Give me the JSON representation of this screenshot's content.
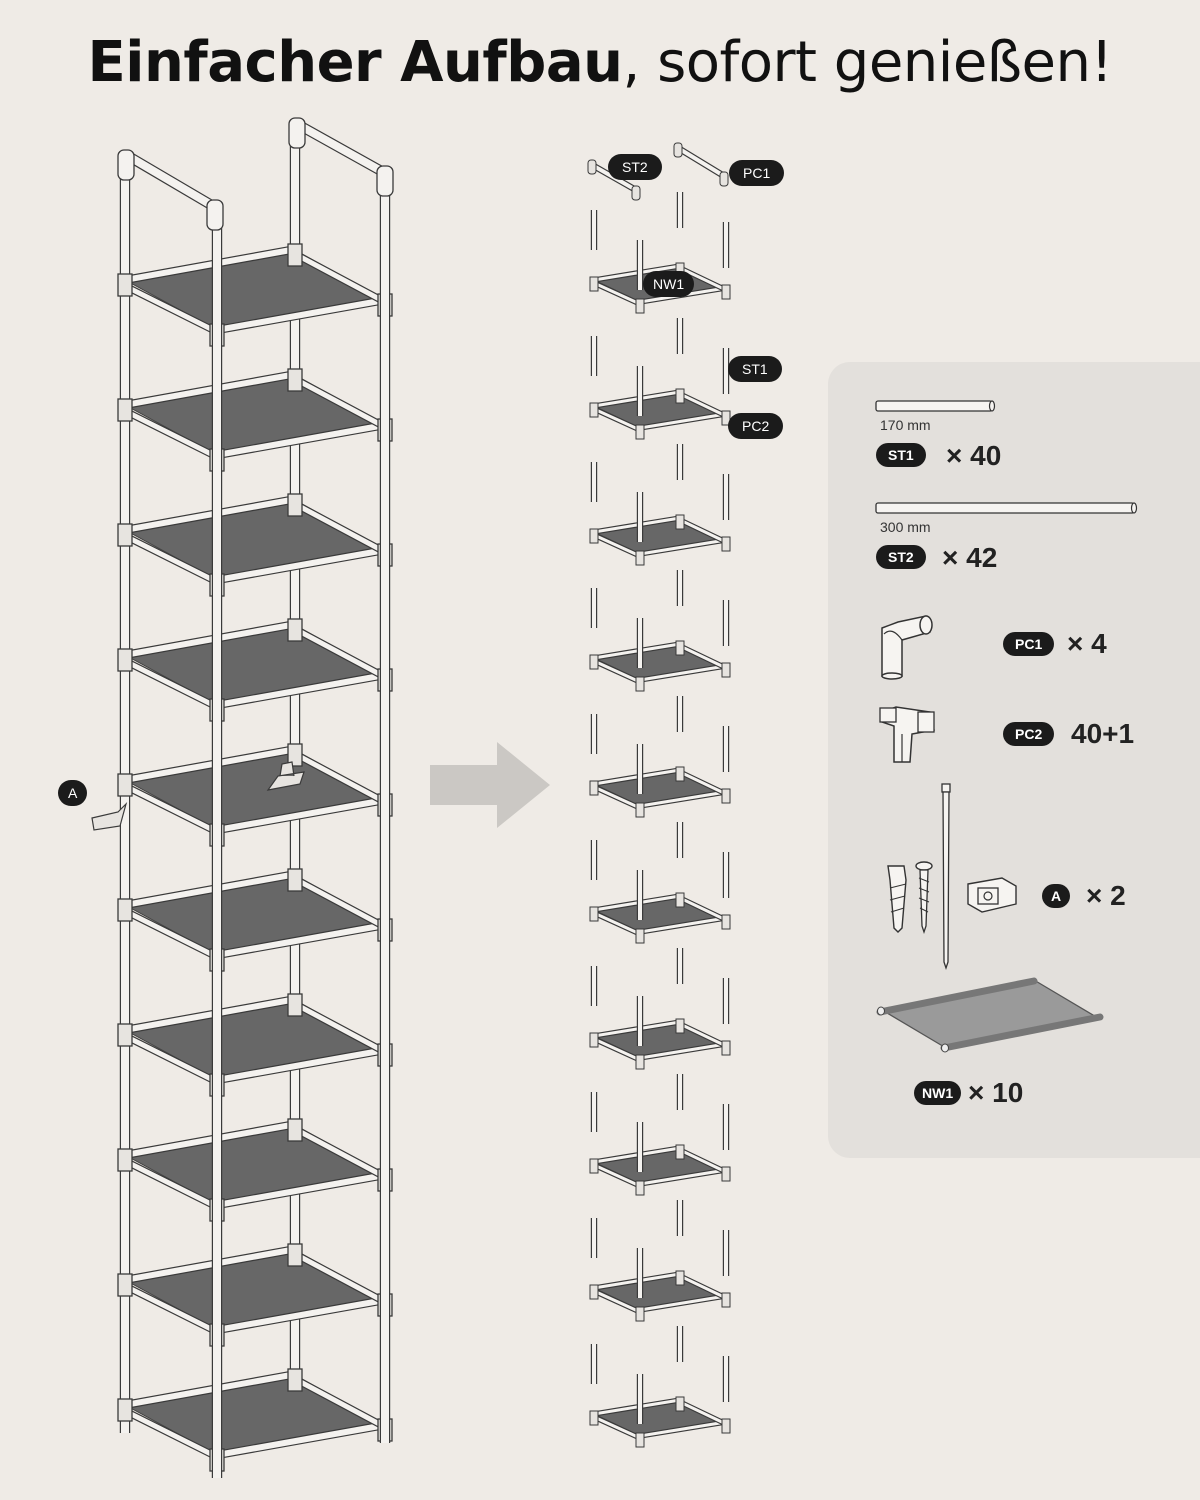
{
  "title": {
    "bold": "Einfacher Aufbau",
    "rest": ", sofort genießen!"
  },
  "callouts": {
    "anchor": "A",
    "st2": "ST2",
    "pc1": "PC1",
    "nw1": "NW1",
    "st1": "ST1",
    "pc2": "PC2"
  },
  "parts": {
    "st1": {
      "length": "170 mm",
      "code": "ST1",
      "qty": "× 40"
    },
    "st2": {
      "length": "300 mm",
      "code": "ST2",
      "qty": "× 42"
    },
    "pc1": {
      "code": "PC1",
      "qty": "× 4"
    },
    "pc2": {
      "code": "PC2",
      "qty": "40+1"
    },
    "a": {
      "code": "A",
      "qty": "× 2"
    },
    "nw1": {
      "code": "NW1",
      "qty": "× 10"
    }
  },
  "colors": {
    "background": "#efebe6",
    "panel": "#e3e0dc",
    "fabric": "#676767",
    "frame": "#3a3a3a",
    "arrow": "#cbc8c4",
    "badge": "#1b1b1b"
  },
  "icons": {
    "arrow": "right-arrow-icon",
    "pc1": "elbow-connector-icon",
    "pc2": "tee-connector-icon",
    "a": "wall-anchor-kit-icon",
    "nw1": "fabric-shelf-icon"
  },
  "diagram": {
    "assembled_tiers": 10,
    "exploded_tiers": 10
  }
}
